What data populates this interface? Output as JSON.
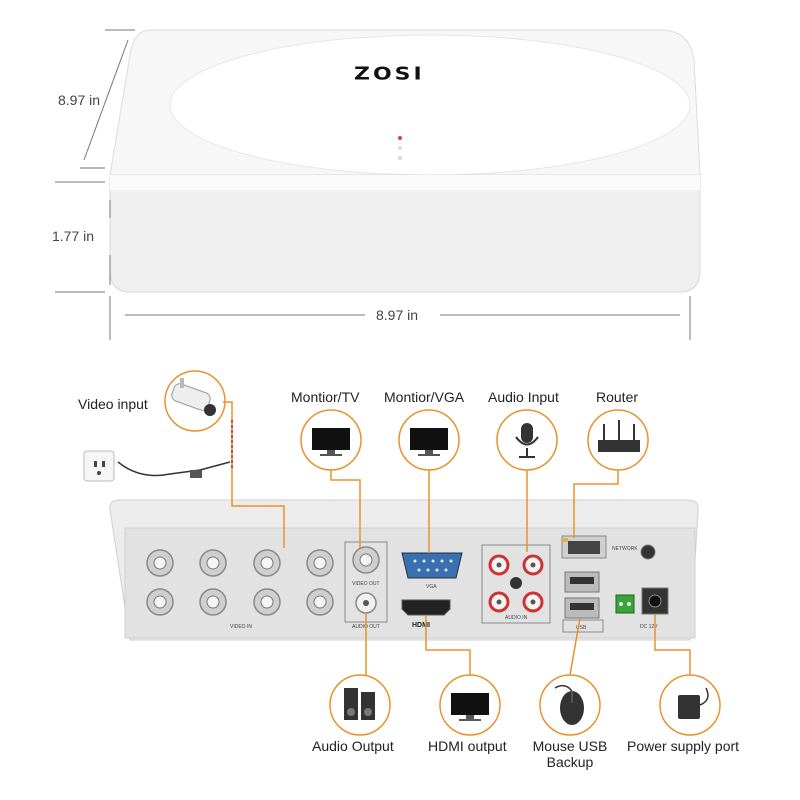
{
  "brand": "ZOSI",
  "dimensions": {
    "depth": "8.97 in",
    "height": "1.77 in",
    "width": "8.97 in"
  },
  "colors": {
    "callout_line": "#E8922E",
    "device_body": "#F4F4F4",
    "panel": "#E6E6E6"
  },
  "callouts_top": [
    {
      "label": "Video input",
      "icon": "camera-icon"
    },
    {
      "label": "Montior/TV",
      "icon": "monitor-icon"
    },
    {
      "label": "Montior/VGA",
      "icon": "monitor-icon"
    },
    {
      "label": "Audio Input",
      "icon": "microphone-icon"
    },
    {
      "label": "Router",
      "icon": "router-icon"
    }
  ],
  "callouts_bottom": [
    {
      "label": "Audio Output",
      "icon": "speaker-icon"
    },
    {
      "label": "HDMI output",
      "icon": "monitor-icon"
    },
    {
      "label": "Mouse USB Backup",
      "icon": "mouse-icon"
    },
    {
      "label": "Power supply port",
      "icon": "power-adapter-icon"
    }
  ],
  "panel_labels": {
    "video_in": "VIDEO IN",
    "video_out": "VIDEO OUT",
    "audio_out": "AUDIO OUT",
    "vga": "VGA",
    "hdmi": "HDMI",
    "audio_in": "AUDIO IN",
    "network": "NETWORK",
    "usb": "USB",
    "dc": "DC 12V"
  }
}
